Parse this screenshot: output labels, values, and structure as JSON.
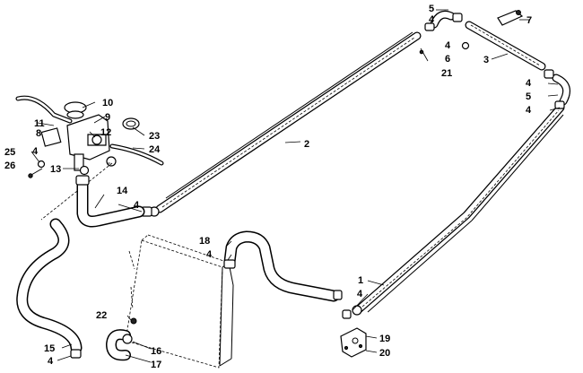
{
  "callouts": [
    {
      "id": "c1",
      "text": "1"
    },
    {
      "id": "c2",
      "text": "2"
    },
    {
      "id": "c3",
      "text": "3"
    },
    {
      "id": "c4a",
      "text": "4"
    },
    {
      "id": "c4b",
      "text": "4"
    },
    {
      "id": "c4c",
      "text": "4"
    },
    {
      "id": "c4d",
      "text": "4"
    },
    {
      "id": "c4e",
      "text": "4"
    },
    {
      "id": "c4f",
      "text": "4"
    },
    {
      "id": "c4g",
      "text": "4"
    },
    {
      "id": "c4h",
      "text": "4"
    },
    {
      "id": "c4i",
      "text": "4"
    },
    {
      "id": "c5a",
      "text": "5"
    },
    {
      "id": "c5b",
      "text": "5"
    },
    {
      "id": "c6",
      "text": "6"
    },
    {
      "id": "c7",
      "text": "7"
    },
    {
      "id": "c8",
      "text": "8"
    },
    {
      "id": "c9",
      "text": "9"
    },
    {
      "id": "c10",
      "text": "10"
    },
    {
      "id": "c11",
      "text": "11"
    },
    {
      "id": "c12",
      "text": "12"
    },
    {
      "id": "c13",
      "text": "13"
    },
    {
      "id": "c14",
      "text": "14"
    },
    {
      "id": "c15",
      "text": "15"
    },
    {
      "id": "c16",
      "text": "16"
    },
    {
      "id": "c17",
      "text": "17"
    },
    {
      "id": "c18",
      "text": "18"
    },
    {
      "id": "c19",
      "text": "19"
    },
    {
      "id": "c20",
      "text": "20"
    },
    {
      "id": "c21",
      "text": "21"
    },
    {
      "id": "c22",
      "text": "22"
    },
    {
      "id": "c23",
      "text": "23"
    },
    {
      "id": "c24",
      "text": "24"
    },
    {
      "id": "c25",
      "text": "25"
    },
    {
      "id": "c26",
      "text": "26"
    }
  ]
}
